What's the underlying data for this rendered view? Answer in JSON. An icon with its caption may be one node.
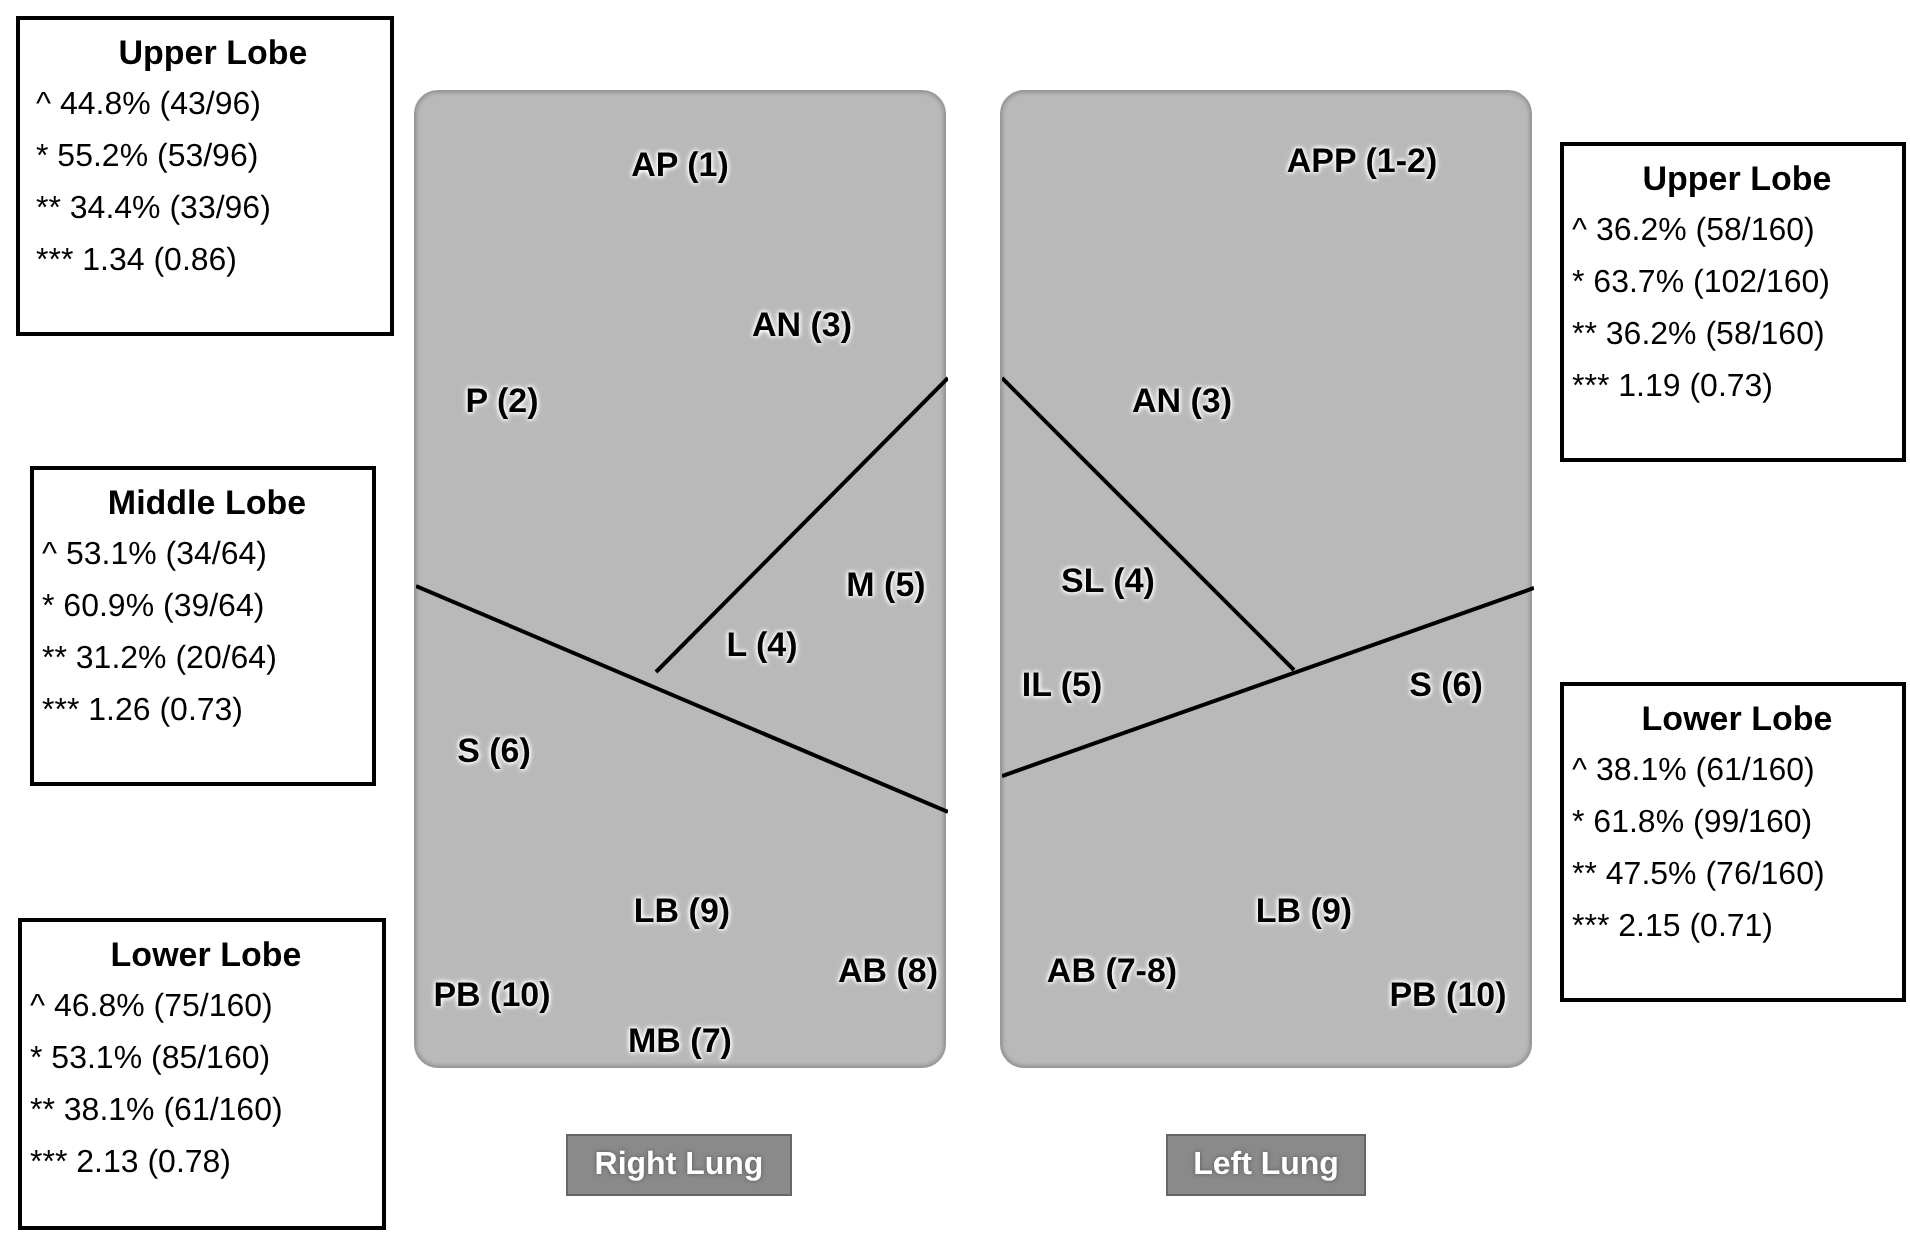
{
  "diagram": {
    "nodes": [
      {
        "text": [
          "Upper Lobe",
          "^ 44.8% (43/96)",
          "* 55.2% (53/96)",
          "** 34.4% (33/96)",
          "*** 1.34 (0.86)"
        ]
      },
      {
        "text": [
          "Middle Lobe",
          "^ 53.1% (34/64)",
          "* 60.9% (39/64)",
          "** 31.2% (20/64)",
          "*** 1.26 (0.73)"
        ]
      },
      {
        "text": [
          "Lower Lobe",
          "^ 46.8% (75/160)",
          "* 53.1% (85/160)",
          "** 38.1% (61/160)",
          "*** 2.13 (0.78)"
        ]
      },
      {
        "text": [
          "AP (1)",
          "AN (3)",
          "P (2)",
          "M (5)",
          "L (4)",
          "S (6)",
          "LB (9)",
          "AB (8)",
          "PB (10)",
          "MB (7)"
        ]
      },
      {
        "text": [
          "APP (1-2)",
          "AN (3)",
          "SL (4)",
          "IL (5)",
          "S (6)",
          "LB (9)",
          "AB (7-8)",
          "PB (10)"
        ]
      },
      {
        "text": [
          "Upper Lobe",
          "^ 36.2% (58/160)",
          "* 63.7% (102/160)",
          "** 36.2% (58/160)",
          "*** 1.19 (0.73)"
        ]
      },
      {
        "text": [
          "Lower Lobe",
          "^ 38.1% (61/160)",
          "* 61.8% (99/160)",
          "** 47.5% (76/160)",
          "*** 2.15 (0.71)"
        ]
      },
      {
        "text": [
          "Right Lung"
        ]
      },
      {
        "text": [
          "Left Lung"
        ]
      }
    ]
  }
}
